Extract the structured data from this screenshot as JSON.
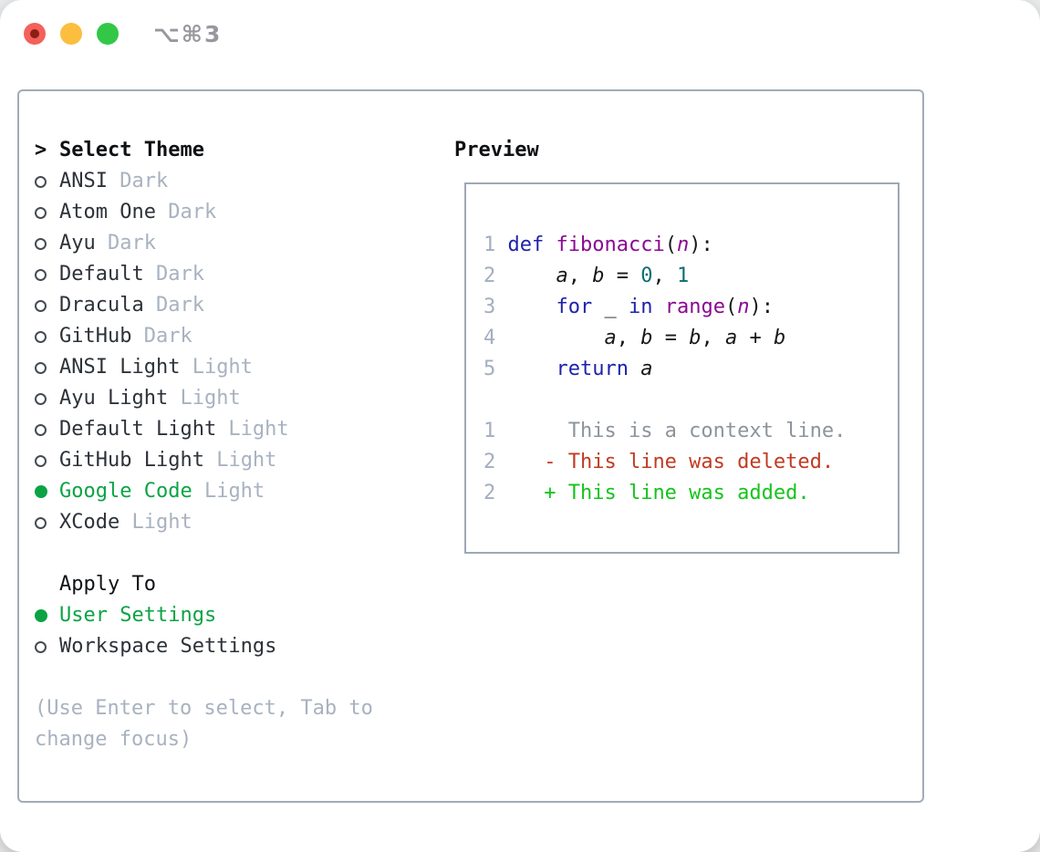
{
  "window": {
    "title": "⌥⌘3"
  },
  "colors": {
    "accent_green": "#0ca344",
    "diff_added": "#15c31c",
    "diff_deleted": "#c23a22",
    "keyword_blue": "#1e23aa",
    "function_purple": "#8a0a92",
    "number_teal": "#0a6e72",
    "muted_gray": "#a8b2c0"
  },
  "theme_panel": {
    "header_prefix": ">",
    "header": "Select Theme",
    "themes": [
      {
        "name": "ANSI",
        "tag": "Dark",
        "selected": false
      },
      {
        "name": "Atom One",
        "tag": "Dark",
        "selected": false
      },
      {
        "name": "Ayu",
        "tag": "Dark",
        "selected": false
      },
      {
        "name": "Default",
        "tag": "Dark",
        "selected": false
      },
      {
        "name": "Dracula",
        "tag": "Dark",
        "selected": false
      },
      {
        "name": "GitHub",
        "tag": "Dark",
        "selected": false
      },
      {
        "name": "ANSI Light",
        "tag": "Light",
        "selected": false
      },
      {
        "name": "Ayu Light",
        "tag": "Light",
        "selected": false
      },
      {
        "name": "Default Light",
        "tag": "Light",
        "selected": false
      },
      {
        "name": "GitHub Light",
        "tag": "Light",
        "selected": false
      },
      {
        "name": "Google Code",
        "tag": "Light",
        "selected": true
      },
      {
        "name": "XCode",
        "tag": "Light",
        "selected": false
      }
    ],
    "apply_to": {
      "header": "Apply To",
      "options": [
        {
          "name": "User Settings",
          "selected": true
        },
        {
          "name": "Workspace Settings",
          "selected": false
        }
      ]
    },
    "help_lines": [
      "(Use Enter to select, Tab to",
      "change focus)"
    ]
  },
  "preview": {
    "header": "Preview",
    "lines": [
      [
        [
          "1 ",
          "lno"
        ],
        [
          "def",
          "kw"
        ],
        [
          " ",
          "pln"
        ],
        [
          "fibonacci",
          "fn"
        ],
        [
          "(",
          "pln"
        ],
        [
          "n",
          "param"
        ],
        [
          "):",
          "pln"
        ]
      ],
      [
        [
          "2 ",
          "lno"
        ],
        [
          "    ",
          "pln"
        ],
        [
          "a",
          "var"
        ],
        [
          ", ",
          "pln"
        ],
        [
          "b",
          "var"
        ],
        [
          " = ",
          "pln"
        ],
        [
          "0",
          "num"
        ],
        [
          ", ",
          "pln"
        ],
        [
          "1",
          "num"
        ]
      ],
      [
        [
          "3 ",
          "lno"
        ],
        [
          "    ",
          "pln"
        ],
        [
          "for",
          "kw"
        ],
        [
          " _ ",
          "pln"
        ],
        [
          "in",
          "kw"
        ],
        [
          " ",
          "pln"
        ],
        [
          "range",
          "fn"
        ],
        [
          "(",
          "pln"
        ],
        [
          "n",
          "param"
        ],
        [
          "):",
          "pln"
        ]
      ],
      [
        [
          "4 ",
          "lno"
        ],
        [
          "        ",
          "pln"
        ],
        [
          "a",
          "var"
        ],
        [
          ", ",
          "pln"
        ],
        [
          "b",
          "var"
        ],
        [
          " = ",
          "pln"
        ],
        [
          "b",
          "var"
        ],
        [
          ", ",
          "pln"
        ],
        [
          "a",
          "var"
        ],
        [
          " + ",
          "pln"
        ],
        [
          "b",
          "var"
        ]
      ],
      [
        [
          "5 ",
          "lno"
        ],
        [
          "    ",
          "pln"
        ],
        [
          "return",
          "kw"
        ],
        [
          " ",
          "pln"
        ],
        [
          "a",
          "var"
        ]
      ],
      [],
      [
        [
          "1",
          "lno"
        ],
        [
          "      This is a context line.",
          "ctx"
        ]
      ],
      [
        [
          "2",
          "lno"
        ],
        [
          "    ",
          "pln"
        ],
        [
          "- This line was deleted.",
          "del"
        ]
      ],
      [
        [
          "2",
          "lno"
        ],
        [
          "    ",
          "pln"
        ],
        [
          "+ This line was added.",
          "add"
        ]
      ]
    ]
  }
}
